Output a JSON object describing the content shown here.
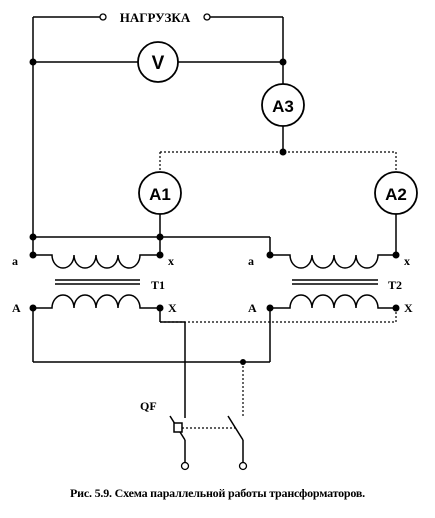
{
  "labels": {
    "load": "НАГРУЗКА",
    "voltmeter": "V",
    "ammeter_3": "A3",
    "ammeter_1": "A1",
    "ammeter_2": "A2",
    "t1": "T1",
    "t2": "T2",
    "t1_a_low": "a",
    "t1_x_low": "x",
    "t1_A_high": "A",
    "t1_X_high": "X",
    "t2_a_low": "a",
    "t2_x_low": "x",
    "t2_A_high": "A",
    "t2_X_high": "X",
    "breaker": "QF"
  },
  "caption": "Рис. 5.9. Схема параллельной работы трансформаторов."
}
